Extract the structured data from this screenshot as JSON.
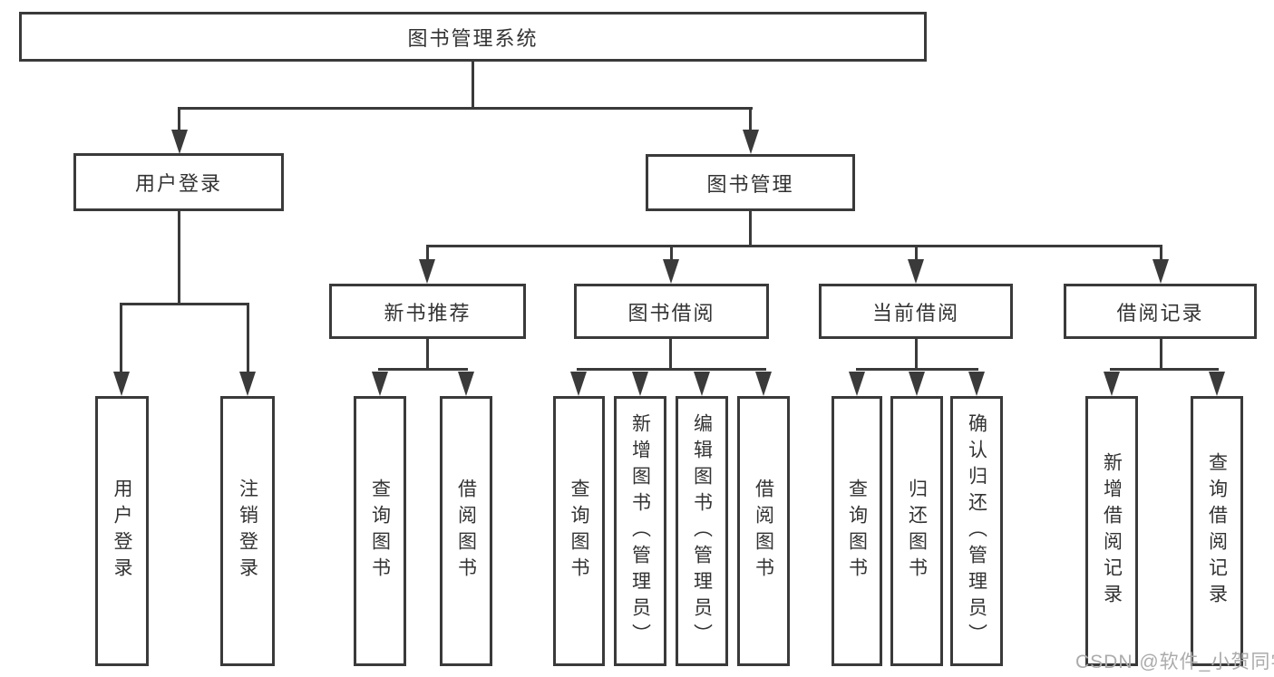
{
  "colors": {
    "line": "#3a3a3a",
    "text": "#333333",
    "background": "#ffffff",
    "watermark": "#ababab"
  },
  "watermark": {
    "text": "CSDN @软件_小贺同学"
  },
  "tree": {
    "root": {
      "label": "图书管理系统"
    },
    "branches": [
      {
        "label": "用户登录",
        "children": [
          {
            "label": "用户登录"
          },
          {
            "label": "注销登录"
          }
        ]
      },
      {
        "label": "图书管理",
        "children": [
          {
            "label": "新书推荐",
            "children": [
              {
                "label": "查询图书"
              },
              {
                "label": "借阅图书"
              }
            ]
          },
          {
            "label": "图书借阅",
            "children": [
              {
                "label": "查询图书"
              },
              {
                "label": "新增图书（管理员）"
              },
              {
                "label": "编辑图书（管理员）"
              },
              {
                "label": "借阅图书"
              }
            ]
          },
          {
            "label": "当前借阅",
            "children": [
              {
                "label": "查询图书"
              },
              {
                "label": "归还图书"
              },
              {
                "label": "确认归还（管理员）"
              }
            ]
          },
          {
            "label": "借阅记录",
            "children": [
              {
                "label": "新增借阅记录"
              },
              {
                "label": "查询借阅记录"
              }
            ]
          }
        ]
      }
    ]
  }
}
